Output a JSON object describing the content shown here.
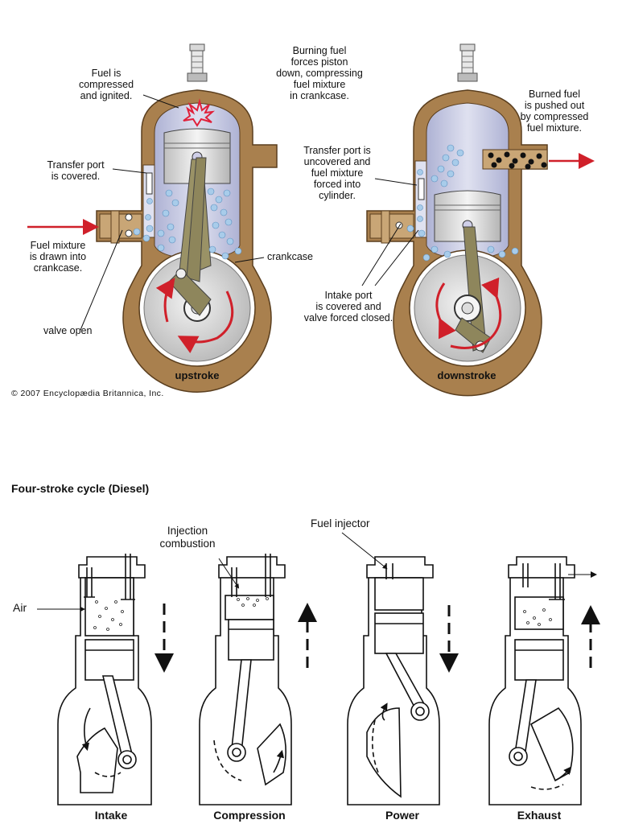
{
  "two_stroke": {
    "upstroke": {
      "fuel_compressed": "Fuel is\ncompressed\nand ignited.",
      "transfer_covered": "Transfer port\nis covered.",
      "fuel_mixture_drawn": "Fuel mixture\nis drawn into\ncrankcase.",
      "valve_open": "valve open",
      "crankcase": "crankcase",
      "caption": "upstroke"
    },
    "downstroke": {
      "burning_fuel": "Burning fuel\nforces piston\ndown, compressing\nfuel mixture\nin crankcase.",
      "burned_fuel": "Burned fuel\nis pushed out\nby compressed\nfuel mixture.",
      "transfer_uncovered": "Transfer port is\nuncovered and\nfuel mixture\nforced into\ncylinder.",
      "intake_covered": "Intake port\nis covered and\nvalve forced closed.",
      "caption": "downstroke"
    },
    "copyright": "© 2007 Encyclopædia Britannica, Inc."
  },
  "four_stroke": {
    "title": "Four-stroke cycle (Diesel)",
    "air": "Air",
    "injection": "Injection\ncombustion",
    "injector": "Fuel injector",
    "strokes": [
      "Intake",
      "Compression",
      "Power",
      "Exhaust"
    ]
  },
  "colors": {
    "casing": "#a07a4a",
    "casing_light": "#c9a676",
    "cylinder": "#c5c8e0",
    "bubble": "#7fb2dc",
    "arrow": "#d0202a",
    "spark": "#e0203a"
  }
}
